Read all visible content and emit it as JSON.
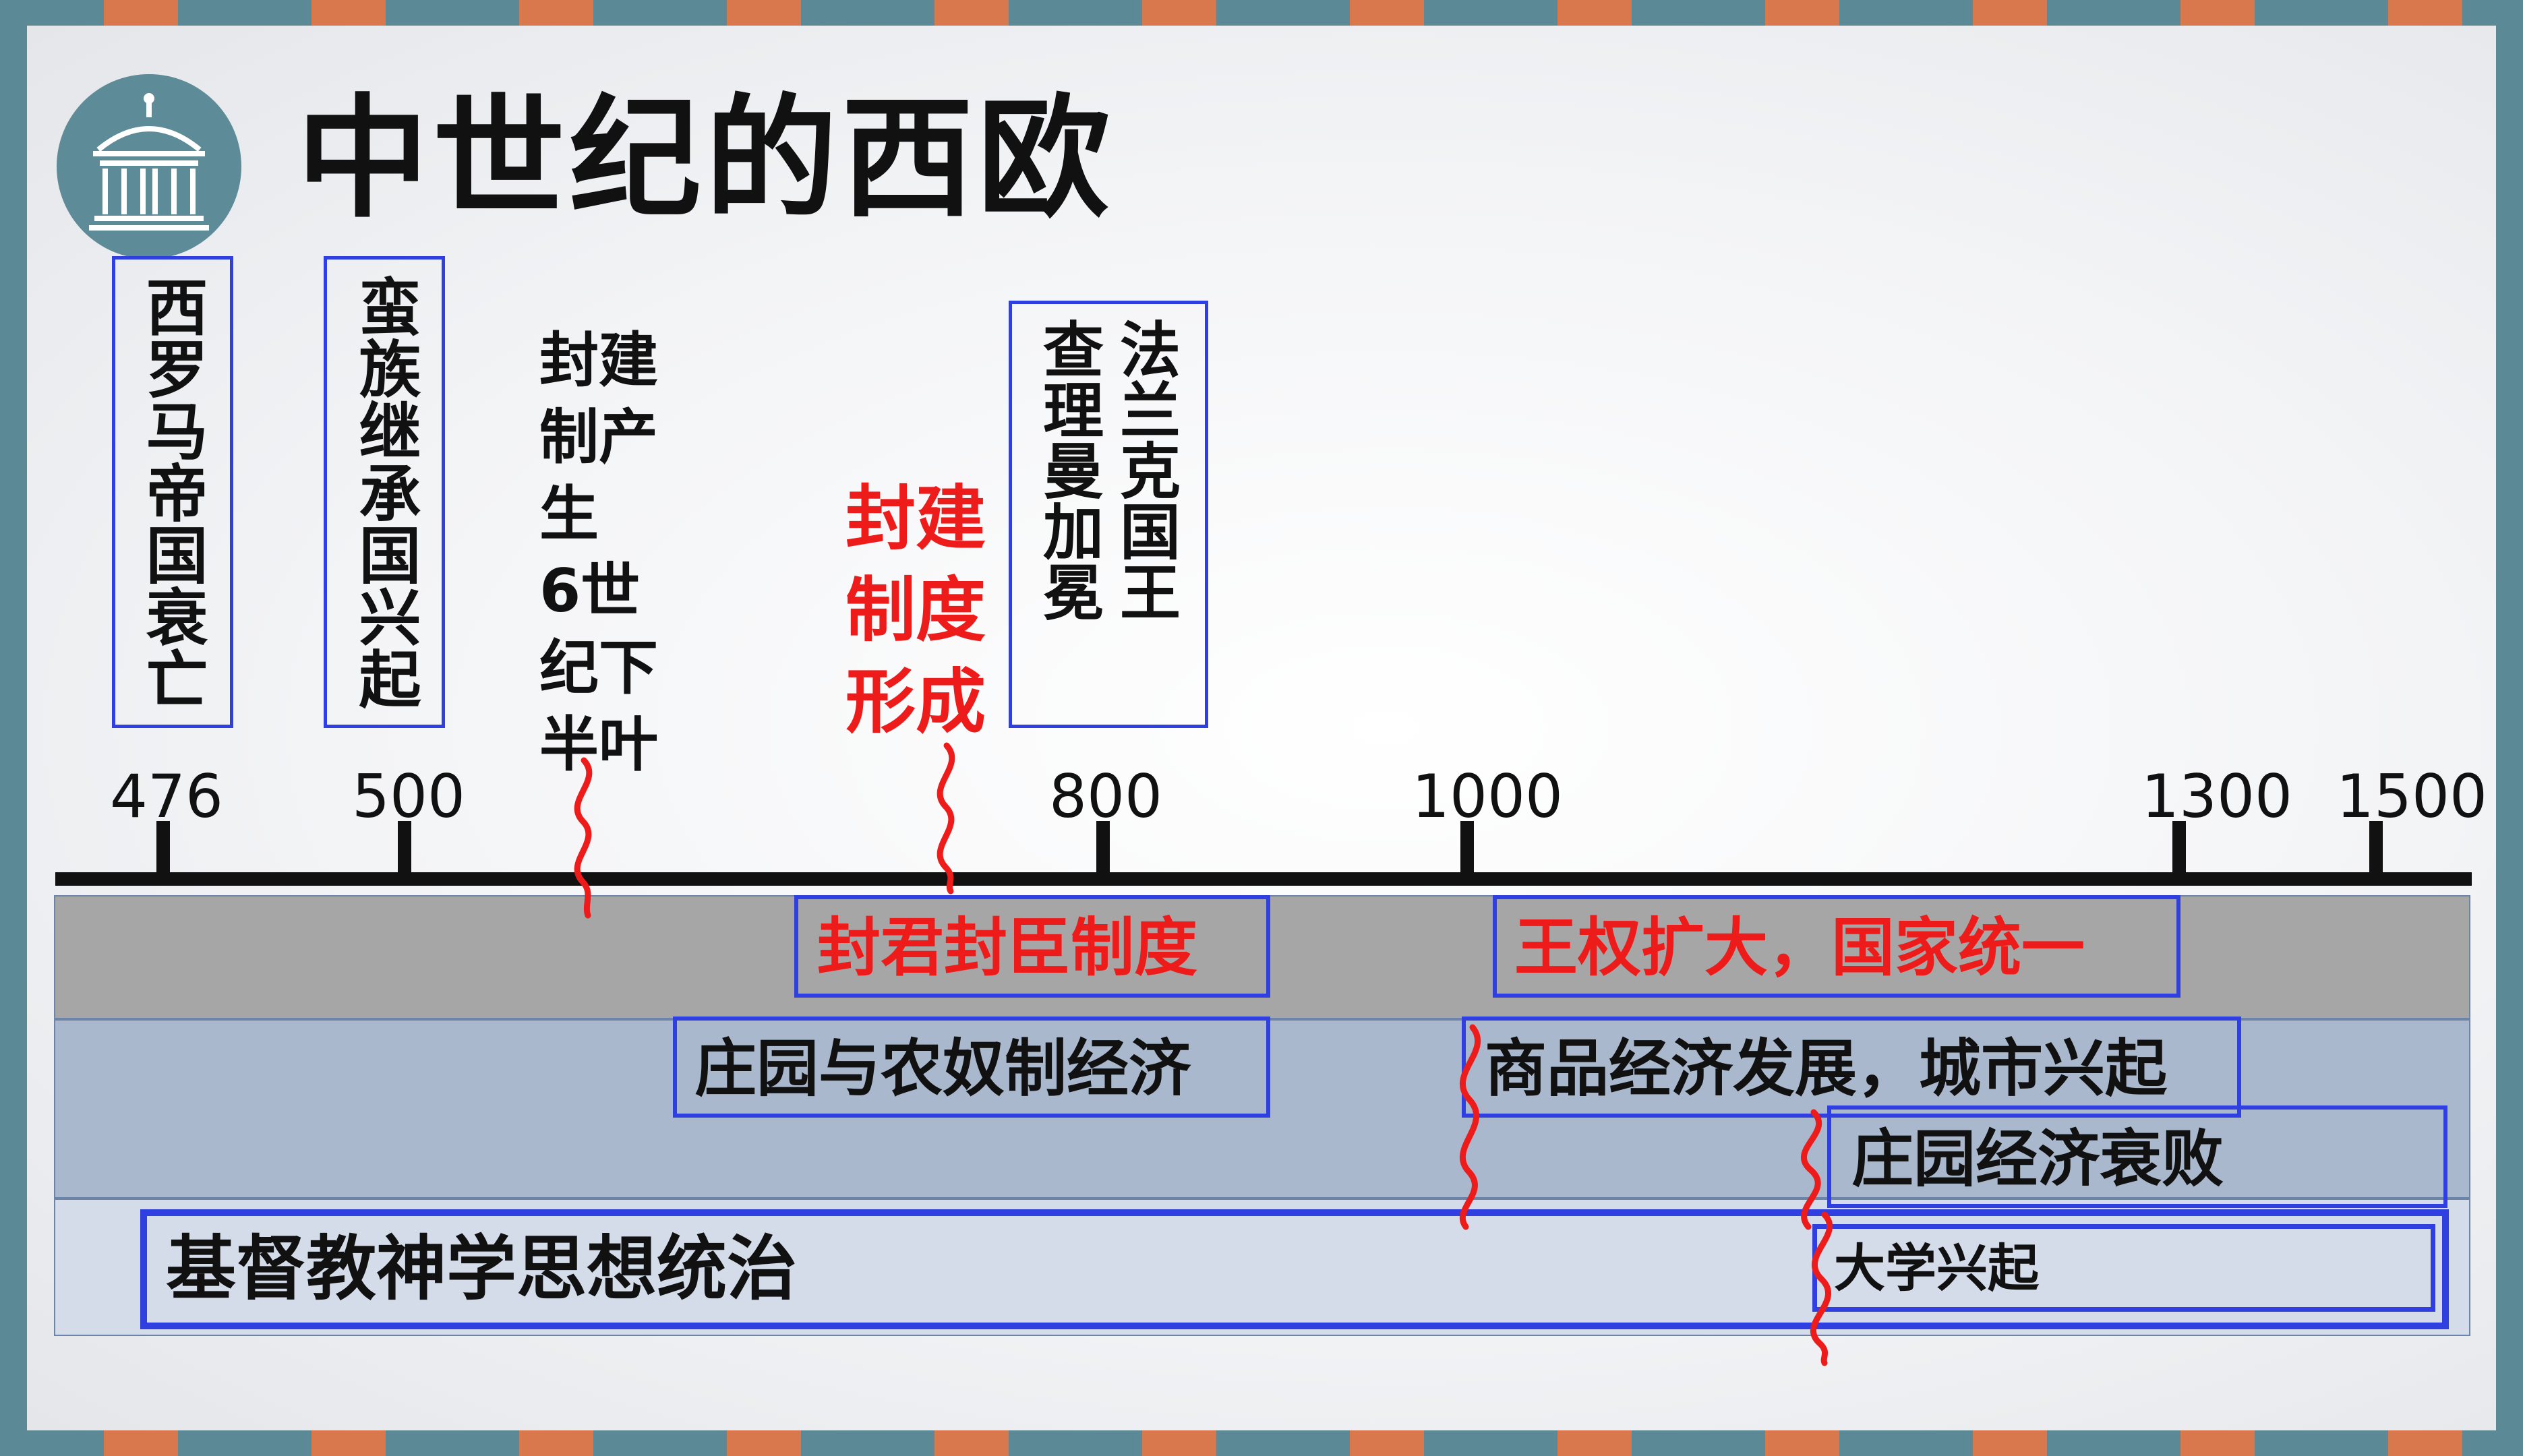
{
  "title": "中世纪的西欧",
  "icons": {
    "logo": "pavilion-icon"
  },
  "colors": {
    "box_border": "#2f3fe0",
    "highlight_red": "#ee1b1b",
    "band_gray": "#a6a6a6",
    "band_blue": "#a9b8cc",
    "band_light": "#d3dce8",
    "frame": "#5b8a96",
    "stripe_orange": "#d9784c"
  },
  "vertical_labels": {
    "west_rome_fall": "西罗马帝国衰亡",
    "barbarian_kingdoms": "蛮族继承国兴起",
    "feudal_origin": {
      "line1": "封建",
      "line2": "制产",
      "line3": "生",
      "line4": "6世",
      "line5": "纪下",
      "line6": "半叶"
    },
    "feudal_formed": {
      "line1": "封建",
      "line2": "制度",
      "line3": "形成"
    },
    "frankish_king": {
      "col1": "法兰克国王",
      "col2": "查理曼加冕"
    }
  },
  "years": [
    "476",
    "500",
    "800",
    "1000",
    "1300",
    "1500"
  ],
  "bands": {
    "political": {
      "left_box": "封君封臣制度",
      "right_box": "王权扩大，国家统一"
    },
    "economic": {
      "left_box": "庄园与农奴制经济",
      "right_box": "商品经济发展，城市兴起",
      "lower_box": "庄园经济衰败"
    },
    "culture": {
      "main_box": "基督教神学思想统治",
      "right_box": "大学兴起"
    }
  }
}
